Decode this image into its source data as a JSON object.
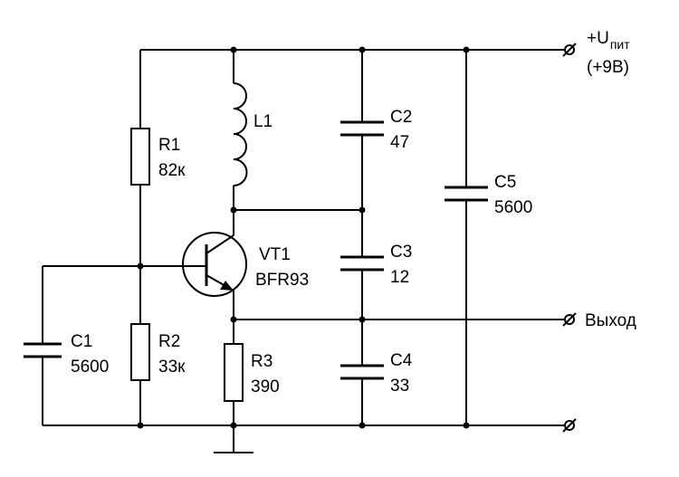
{
  "components": {
    "R1": {
      "ref": "R1",
      "value": "82к"
    },
    "R2": {
      "ref": "R2",
      "value": "33к"
    },
    "R3": {
      "ref": "R3",
      "value": "390"
    },
    "L1": {
      "ref": "L1"
    },
    "C1": {
      "ref": "C1",
      "value": "5600"
    },
    "C2": {
      "ref": "C2",
      "value": "47"
    },
    "C3": {
      "ref": "C3",
      "value": "12"
    },
    "C4": {
      "ref": "C4",
      "value": "33"
    },
    "C5": {
      "ref": "C5",
      "value": "5600"
    },
    "VT1": {
      "ref": "VT1",
      "value": "BFR93"
    }
  },
  "terminals": {
    "supply": {
      "prefix": "+U",
      "subscript": "пит",
      "voltage": "(+9В)"
    },
    "output": {
      "label": "Выход"
    }
  }
}
